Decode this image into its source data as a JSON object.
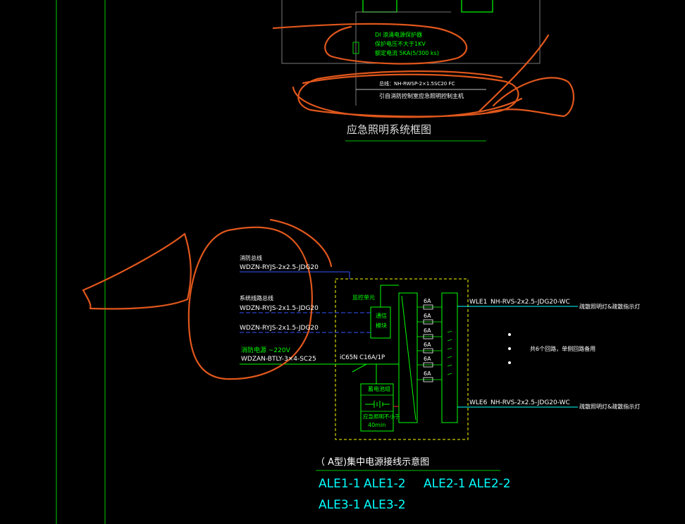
{
  "colors": {
    "background": "#000000",
    "green": "#00ff00",
    "cyan": "#00ffff",
    "white": "#ffffff",
    "yellow": "#ffff00",
    "blue": "#3355ff",
    "red": "#ff2222",
    "markup_orange": "#e0571c"
  },
  "top_diagram": {
    "spd_line1": "DI 浪涌电源保护器",
    "spd_line2": "保护电压不大于1KV",
    "spd_line3": "额定电流 5KA(5/300 ks)",
    "bus_label": "总线：NH-RWSP-2×1.5SC20 FC",
    "control_label": "引自消防控制室应急照明控制主机",
    "title": "应急照明系统框图"
  },
  "bottom_diagram": {
    "fire_bus_title": "消防总线",
    "fire_bus_cable": "WDZN-RYJS-2x2.5-JDG20",
    "system_bus_title": "系统线路总线",
    "system_bus_cable1": "WDZN-RYJS-2x1.5-JDG20",
    "system_bus_cable2": "WDZN-RYJS-2x1.5-JDG20",
    "power_title": "消防电源 ~220V",
    "power_cable": "WDZAN-BTLY-3×4-SC25",
    "breaker": "iC65N C16A/1P",
    "monitor_unit": "监控单元",
    "control_module_1": "通信",
    "control_module_2": "模块",
    "battery_title": "蓄电池组",
    "battery_note_1": "应急照明不小于",
    "battery_note_2": "40min",
    "fuses": [
      "6A",
      "6A",
      "6A",
      "6A",
      "6A",
      "6A"
    ],
    "circuit_top_id": "WLE1",
    "circuit_top_cable": "NH-RVS-2x2.5-JDG20-WC",
    "circuit_top_load": "疏散照明灯&疏散指示灯",
    "circuit_bottom_id": "WLE6",
    "circuit_bottom_cable": "NH-RVS-2x2.5-JDG20-WC",
    "circuit_bottom_load": "疏散照明灯&疏散指示灯",
    "middle_note": "共6个回路，单侧回路备用",
    "title": "（ A型)集中电源接线示意图"
  },
  "panel_labels": {
    "row1": [
      "ALE1-1",
      "ALE1-2",
      "ALE2-1",
      "ALE2-2"
    ],
    "row2": [
      "ALE3-1",
      "ALE3-2"
    ]
  }
}
